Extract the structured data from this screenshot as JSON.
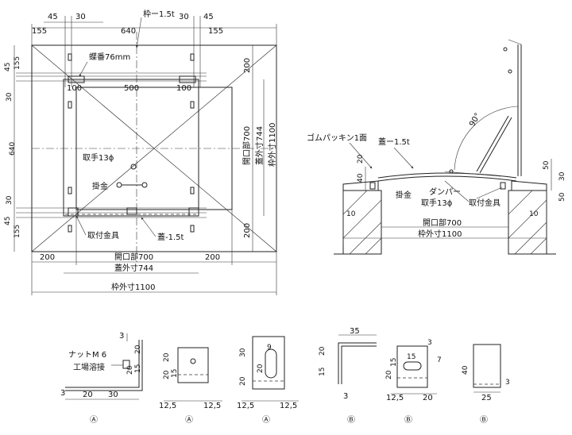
{
  "plan_view": {
    "top_dims": [
      "155",
      "45",
      "30",
      "640",
      "30",
      "45",
      "155"
    ],
    "frame_thickness": "枠ー1.5t",
    "hinge": "蝶番76mm",
    "hinge_dims": [
      "100",
      "500",
      "100"
    ],
    "left_dims": [
      "45",
      "155",
      "30",
      "640",
      "30",
      "45",
      "155"
    ],
    "right_inner_dims": [
      "200",
      "200"
    ],
    "opening_v": "開口部700",
    "lid_outer_v": "蓋外寸744",
    "frame_outer_v": "枠外寸1100",
    "handle": "取手13ϕ",
    "latch": "掛金",
    "mount": "取付金具",
    "lid": "蓋-1.5t",
    "bottom_dims": [
      "200",
      "開口部700",
      "200"
    ],
    "lid_outer_h": "蓋外寸744",
    "frame_outer_h": "枠外寸1100"
  },
  "section_view": {
    "gasket": "ゴムパッキン1面",
    "lid": "蓋ー1.5t",
    "angle": "90°",
    "damper": "ダンパー",
    "latch": "掛金",
    "handle": "取手13ϕ",
    "mount": "取付金具",
    "left_dims": [
      "20",
      "40",
      "10"
    ],
    "right_dims": [
      "50",
      "30",
      "50",
      "10"
    ],
    "opening": "開口部700",
    "frame_outer": "枠外寸1100"
  },
  "details": {
    "a1": {
      "nut": "ナットM 6",
      "weld": "工場溶接",
      "dims": [
        "3",
        "20",
        "15",
        "20",
        "3",
        "20",
        "30"
      ],
      "label": "Ⓐ"
    },
    "a2": {
      "dims": [
        "20",
        "15",
        "20",
        "12,5",
        "12,5"
      ],
      "label": "Ⓐ"
    },
    "a3": {
      "dims": [
        "9",
        "30",
        "20",
        "20",
        "12,5",
        "12,5"
      ],
      "label": "Ⓐ"
    },
    "b1": {
      "dims": [
        "35",
        "20",
        "15",
        "3"
      ],
      "label": "Ⓑ"
    },
    "b2": {
      "dims": [
        "3",
        "15",
        "20",
        "15",
        "7",
        "12,5",
        "20"
      ],
      "label": "Ⓑ"
    },
    "b3": {
      "dims": [
        "40",
        "3",
        "25"
      ],
      "label": "Ⓑ"
    }
  }
}
